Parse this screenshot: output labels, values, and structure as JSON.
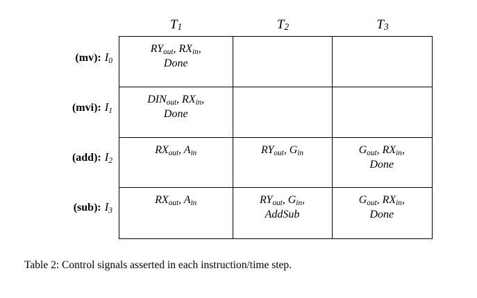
{
  "table": {
    "column_headers": [
      {
        "base": "T",
        "sub": "1",
        "text": "T1"
      },
      {
        "base": "T",
        "sub": "2",
        "text": "T2"
      },
      {
        "base": "T",
        "sub": "3",
        "text": "T3"
      }
    ],
    "rows": [
      {
        "mnemonic": "(mv):",
        "ident_base": "I",
        "ident_sub": "0",
        "cells": [
          {
            "lines": [
              "RYout, RXin,",
              "Done"
            ]
          },
          {
            "lines": []
          },
          {
            "lines": []
          }
        ]
      },
      {
        "mnemonic": "(mvi):",
        "ident_base": "I",
        "ident_sub": "1",
        "cells": [
          {
            "lines": [
              "DINout, RXin,",
              "Done"
            ]
          },
          {
            "lines": []
          },
          {
            "lines": []
          }
        ]
      },
      {
        "mnemonic": "(add):",
        "ident_base": "I",
        "ident_sub": "2",
        "cells": [
          {
            "lines": [
              "RXout, Ain"
            ]
          },
          {
            "lines": [
              "RYout, Gin"
            ]
          },
          {
            "lines": [
              "Gout, RXin,",
              "Done"
            ]
          }
        ]
      },
      {
        "mnemonic": "(sub):",
        "ident_base": "I",
        "ident_sub": "3",
        "cells": [
          {
            "lines": [
              "RXout, Ain"
            ]
          },
          {
            "lines": [
              "RYout, Gin,",
              "AddSub"
            ]
          },
          {
            "lines": [
              "Gout, RXin,",
              "Done"
            ]
          }
        ]
      }
    ]
  },
  "caption": {
    "text": "Table 2: Control signals asserted in each instruction/time step."
  },
  "colors": {
    "text": "#000000",
    "rule": "#000000",
    "background": "#ffffff"
  }
}
